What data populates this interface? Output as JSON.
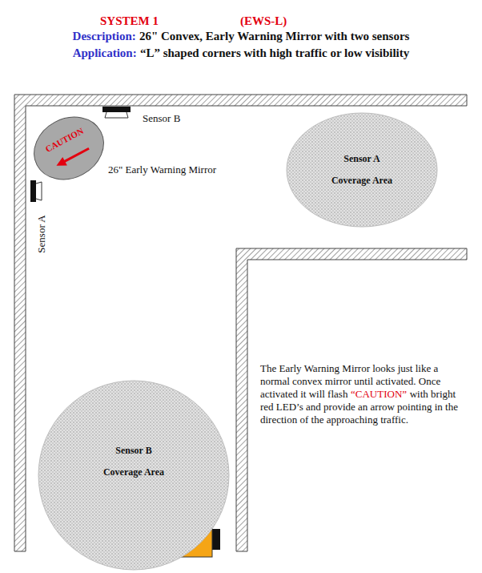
{
  "diagram": {
    "title": "SYSTEM 1",
    "nodes": [
      {
        "text": [
          "CAUTION"
        ]
      },
      {
        "text": [
          "Sensor A Coverage Area"
        ]
      },
      {
        "text": [
          "Sensor B Coverage Area"
        ]
      }
    ],
    "labels": [
      "(EWS-L)",
      "Description:",
      "26\" Convex, Early Warning Mirror with two sensors",
      "Application:",
      "“L” shaped corners with high traffic or low visibility",
      "Sensor B",
      "26\"  Early Warning Mirror",
      "Sensor A",
      "The Early Warning Mirror looks just like a normal convex mirror until activated. Once activated it will flash",
      "“CAUTION”",
      "with bright red LED’s and provide an arrow pointing in the direction of the approaching traffic."
    ]
  }
}
